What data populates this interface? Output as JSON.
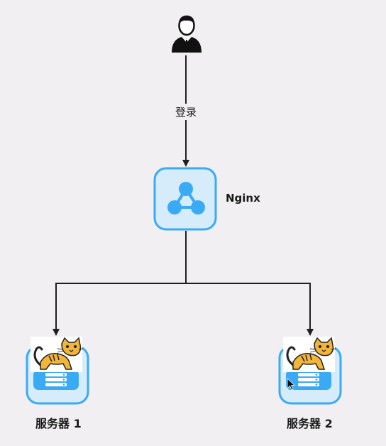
{
  "diagram": {
    "edge_login_label": "登录",
    "nginx_label": "Nginx",
    "servers": [
      {
        "label": "服务器 1"
      },
      {
        "label": "服务器 2"
      }
    ]
  },
  "colors": {
    "background": "#f1eff1",
    "accent_blue": "#3aaaf5",
    "node_fill": "#d6ecfb",
    "line": "#1f1f1f",
    "tomcat_yellow": "#f2b53a"
  },
  "icons": {
    "user": "user-icon",
    "nginx": "network-nodes-icon",
    "server": "server-stack-icon",
    "tomcat": "tomcat-cat-icon"
  }
}
